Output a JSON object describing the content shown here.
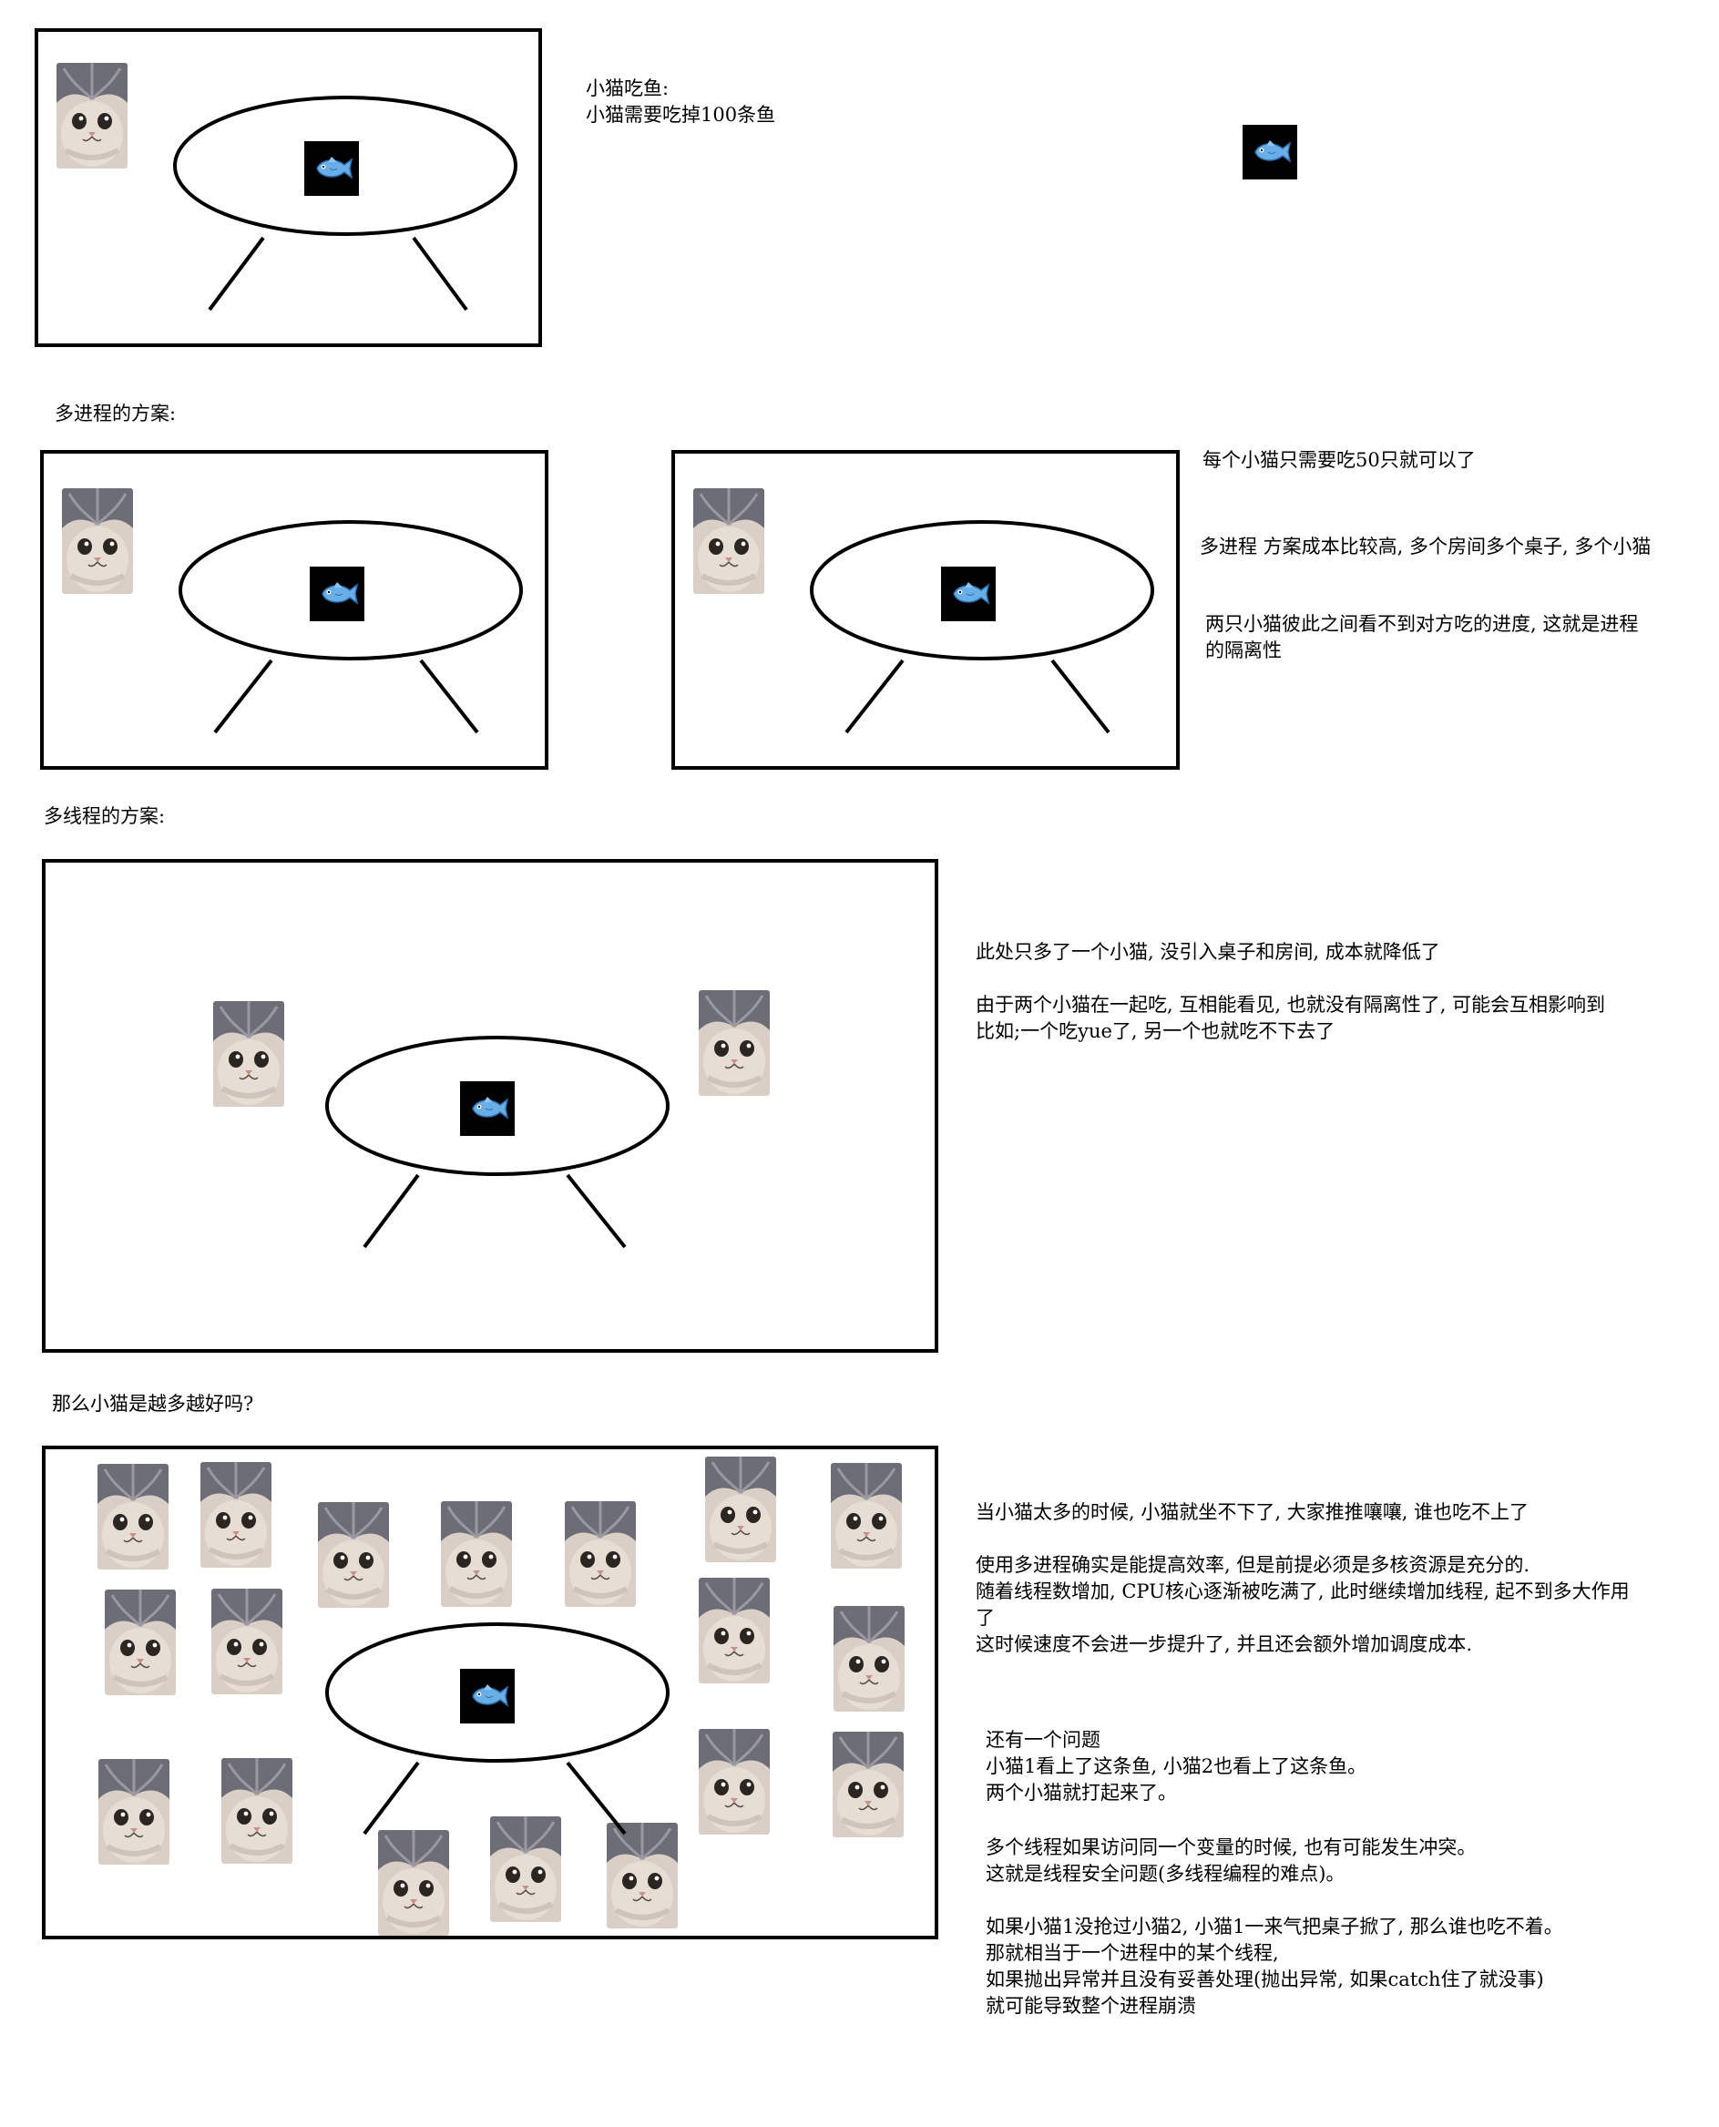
{
  "intro": {
    "title": "小猫吃鱼:",
    "subtitle": "小猫需要吃掉100条鱼"
  },
  "sections": {
    "multi_process": {
      "heading": "多进程的方案:",
      "notes": [
        "每个小猫只需要吃50只就可以了",
        "多进程 方案成本比较高, 多个房间多个桌子, 多个小猫"
      ],
      "isolation_note": [
        "两只小猫彼此之间看不到对方吃的进度, 这就是进程",
        "的隔离性"
      ]
    },
    "multi_thread": {
      "heading": "多线程的方案:",
      "note1": "此处只多了一个小猫, 没引入桌子和房间, 成本就降低了",
      "note2": [
        "由于两个小猫在一起吃, 互相能看见, 也就没有隔离性了, 可能会互相影响到",
        "比如;一个吃yue了, 另一个也就吃不下去了"
      ]
    },
    "more_cats": {
      "heading": "那么小猫是越多越好吗?",
      "note1": "当小猫太多的时候, 小猫就坐不下了, 大家推推嚷嚷, 谁也吃不上了",
      "note2": [
        "使用多进程确实是能提高效率, 但是前提必须是多核资源是充分的.",
        "随着线程数增加, CPU核心逐渐被吃满了, 此时继续增加线程, 起不到多大作用",
        "了",
        "这时候速度不会进一步提升了, 并且还会额外增加调度成本."
      ],
      "note3": [
        "还有一个问题",
        "小猫1看上了这条鱼, 小猫2也看上了这条鱼。",
        "两个小猫就打起来了。"
      ],
      "note4": [
        "多个线程如果访问同一个变量的时候, 也有可能发生冲突。",
        "这就是线程安全问题(多线程编程的难点)。"
      ],
      "note5": [
        "如果小猫1没抢过小猫2, 小猫1一来气把桌子掀了, 那么谁也吃不着。",
        "那就相当于一个进程中的某个线程,",
        "如果抛出异常并且没有妥善处理(抛出异常, 如果catch住了就没事)",
        "就可能导致整个进程崩溃"
      ]
    }
  },
  "icons": {
    "cat": "cat-photo-icon",
    "fish": "blue-fish-emoji-icon"
  },
  "colors": {
    "fish_body": "#6aaee8",
    "fish_bg": "#000000",
    "cat_fur": "#d8cdc4",
    "cat_dark_fur": "#6b6b74"
  }
}
